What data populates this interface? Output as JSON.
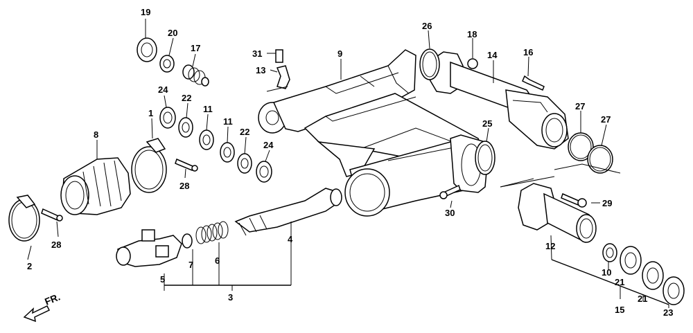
{
  "diagram": {
    "labels": {
      "p1": "1",
      "p2": "2",
      "p3": "3",
      "p4": "4",
      "p5": "5",
      "p6": "6",
      "p7": "7",
      "p8": "8",
      "p9": "9",
      "p10": "10",
      "p11a": "11",
      "p11b": "11",
      "p12": "12",
      "p13": "13",
      "p14": "14",
      "p15": "15",
      "p16": "16",
      "p17": "17",
      "p18": "18",
      "p19": "19",
      "p20": "20",
      "p21a": "21",
      "p21b": "21",
      "p22a": "22",
      "p22b": "22",
      "p23": "23",
      "p24a": "24",
      "p24b": "24",
      "p25": "25",
      "p26": "26",
      "p27a": "27",
      "p27b": "27",
      "p28a": "28",
      "p28b": "28",
      "p29": "29",
      "p30": "30",
      "p31": "31"
    },
    "front_marker": "FR."
  }
}
